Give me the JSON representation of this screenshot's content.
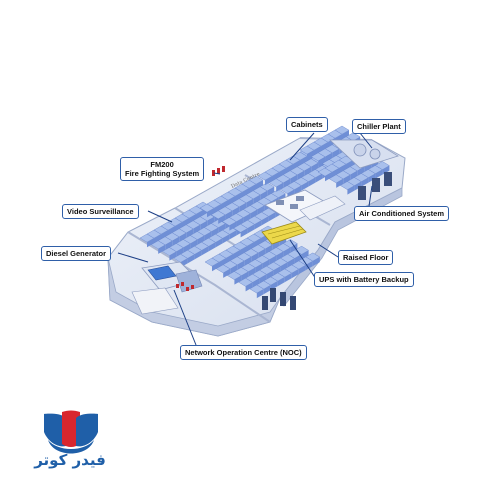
{
  "labels": {
    "cabinets": "Cabinets",
    "chiller_plant": "Chiller Plant",
    "fm200_line1": "FM200",
    "fm200_line2": "Fire Fighting System",
    "video_surveillance": "Video Surveillance",
    "air_conditioned_system": "Air Conditioned System",
    "diesel_generator": "Diesel Generator",
    "raised_floor": "Raised Floor",
    "ups": "UPS with Battery Backup",
    "noc": "Network Operation Centre (NOC)"
  },
  "logo": {
    "text": "فیدر کوتر",
    "colors": {
      "blue": "#1f5fa8",
      "red": "#d8262e"
    }
  },
  "colors": {
    "floor": "#e3e8f2",
    "wall": "#cfd8ea",
    "rack_top": "#a9c0ec",
    "rack_side": "#6f8fd6",
    "leader_line": "#1c3f86"
  }
}
